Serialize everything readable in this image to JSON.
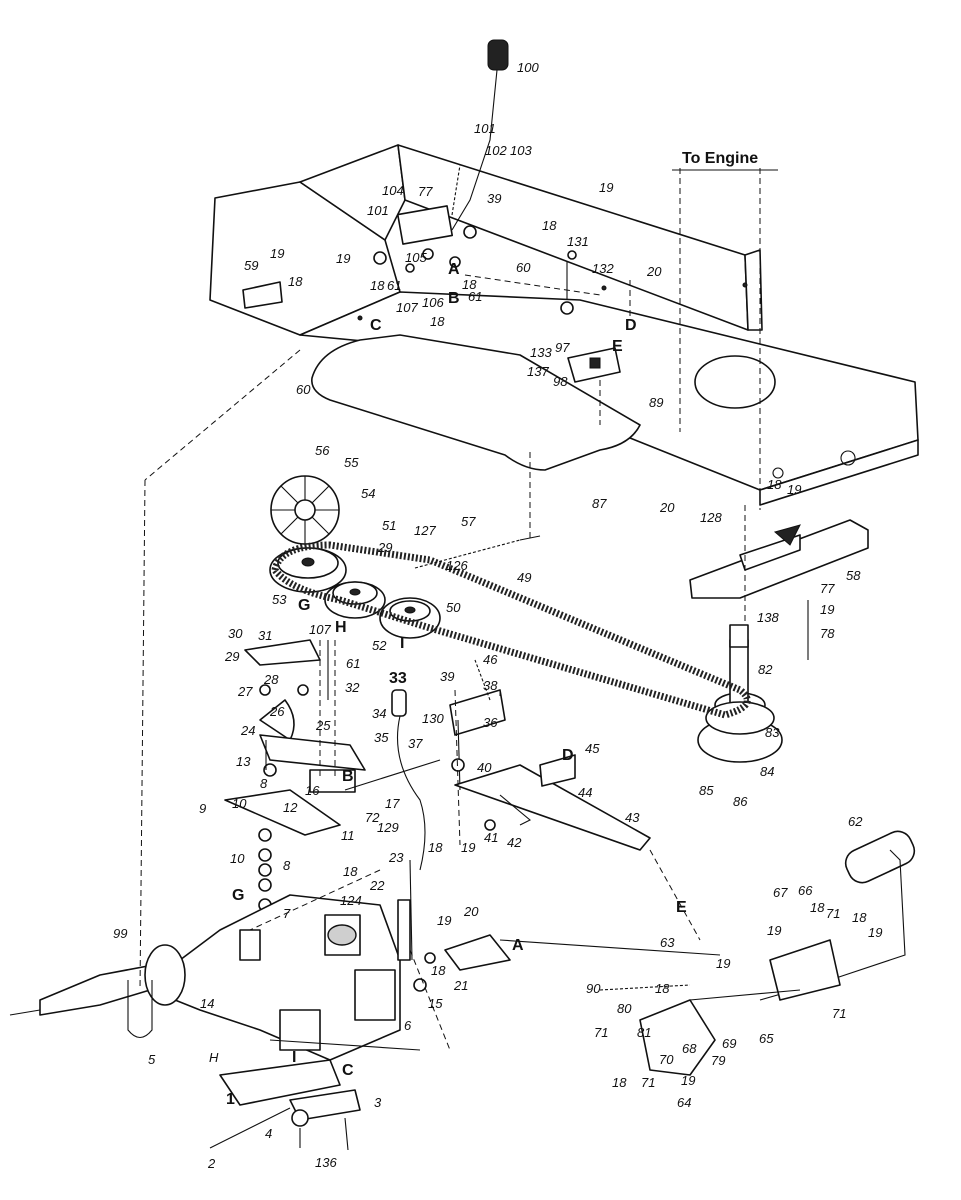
{
  "header": {
    "to_engine": "To Engine"
  },
  "callouts": [
    "100",
    "101",
    "102",
    "103",
    "104",
    "101",
    "77",
    "39",
    "19",
    "18",
    "19",
    "18",
    "61",
    "105",
    "60",
    "131",
    "132",
    "20",
    "19",
    "18",
    "18",
    "61",
    "A",
    "B",
    "107",
    "106",
    "18",
    "59",
    "C",
    "D",
    "60",
    "133",
    "97",
    "E",
    "137",
    "98",
    "89",
    "87",
    "20",
    "128",
    "18",
    "19",
    "56",
    "55",
    "54",
    "51",
    "127",
    "57",
    "29",
    "126",
    "53",
    "G",
    "H",
    "52",
    "I",
    "50",
    "49",
    "58",
    "77",
    "19",
    "78",
    "138",
    "82",
    "107",
    "30",
    "31",
    "29",
    "61",
    "32",
    "46",
    "33",
    "39",
    "38",
    "28",
    "27",
    "26",
    "25",
    "24",
    "34",
    "35",
    "130",
    "37",
    "36",
    "40",
    "45",
    "D",
    "44",
    "83",
    "84",
    "85",
    "86",
    "13",
    "8",
    "B",
    "10",
    "12",
    "16",
    "72",
    "17",
    "129",
    "9",
    "11",
    "18",
    "19",
    "41",
    "42",
    "43",
    "10",
    "8",
    "18",
    "G",
    "7",
    "23",
    "22",
    "20",
    "124",
    "99",
    "19",
    "18",
    "15",
    "21",
    "A",
    "E",
    "63",
    "62",
    "67",
    "66",
    "18",
    "71",
    "18",
    "19",
    "19",
    "90",
    "19",
    "18",
    "80",
    "81",
    "71",
    "68",
    "69",
    "70",
    "79",
    "65",
    "71",
    "19",
    "18",
    "71",
    "64",
    "14",
    "6",
    "5",
    "H",
    "I",
    "C",
    "1",
    "3",
    "4",
    "2",
    "136"
  ]
}
